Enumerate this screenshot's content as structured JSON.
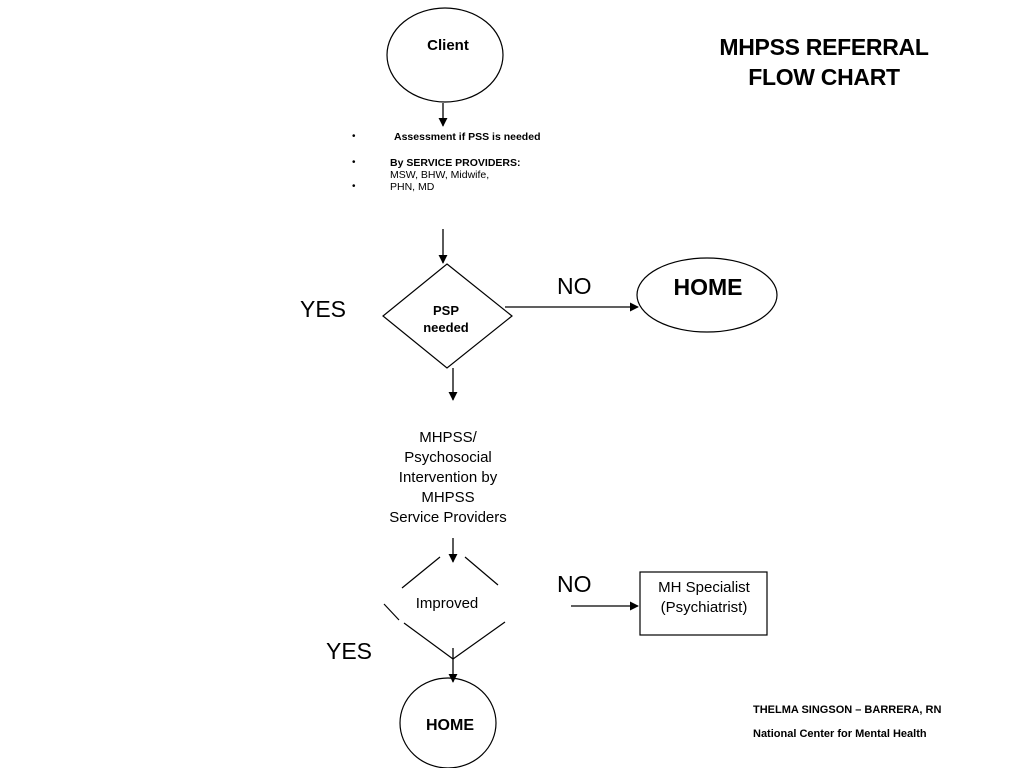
{
  "title": {
    "line1": "MHPSS REFERRAL",
    "line2": "FLOW CHART"
  },
  "nodes": {
    "client": "Client",
    "assessment": {
      "bullet_glyph": "•",
      "item1": "Assessment if PSS is needed",
      "item2_heading": "By SERVICE PROVIDERS:",
      "item2_detail": "MSW, BHW, Midwife,",
      "item3": "PHN, MD"
    },
    "psp_needed": {
      "line1": "PSP",
      "line2": "needed"
    },
    "home_top": "HOME",
    "intervention": {
      "line1": "MHPSS/",
      "line2": "Psychosocial",
      "line3": "Intervention by",
      "line4": "MHPSS",
      "line5": "Service Providers"
    },
    "improved": "Improved",
    "mh_specialist": {
      "line1": "MH Specialist",
      "line2": "(Psychiatrist)"
    },
    "home_bottom": "HOME"
  },
  "edge_labels": {
    "yes_psp": "YES",
    "no_psp": "NO",
    "no_improved": "NO",
    "yes_improved": "YES"
  },
  "credits": {
    "author": "THELMA SINGSON – BARRERA, RN",
    "organization": "National Center for Mental Health"
  }
}
